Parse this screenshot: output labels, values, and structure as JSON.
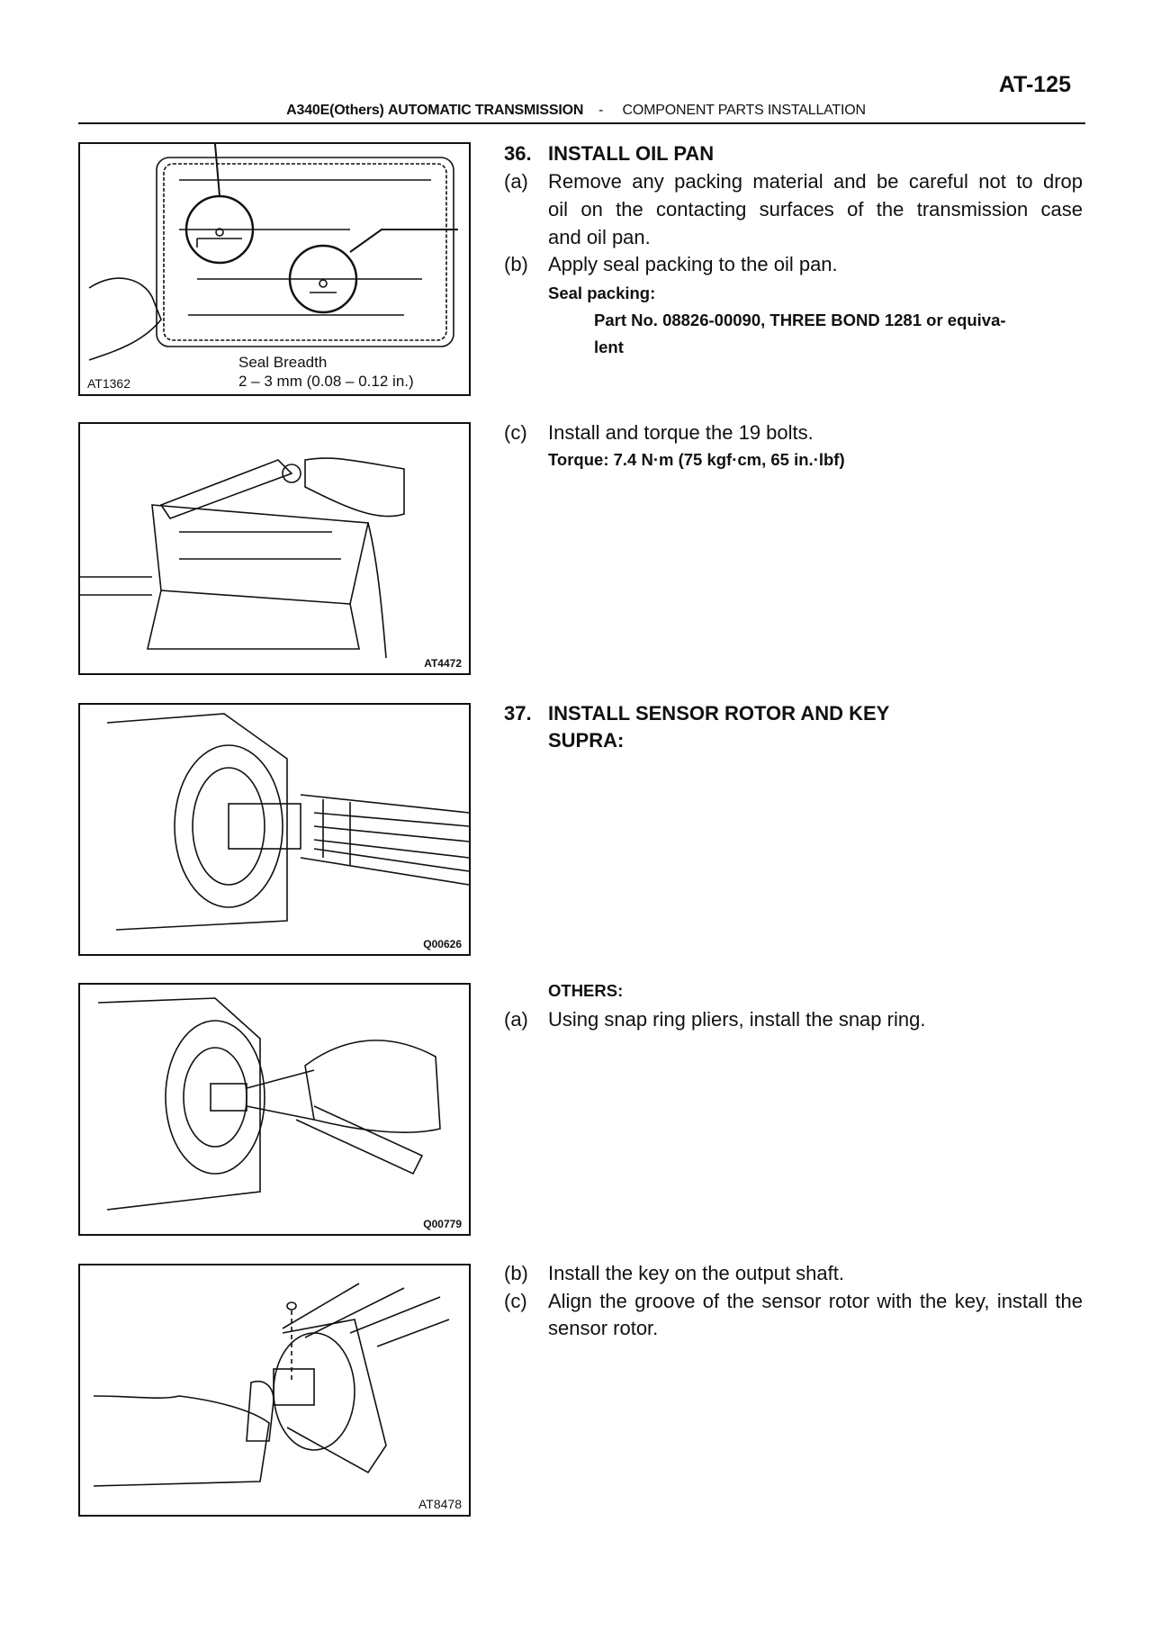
{
  "header": {
    "page_number": "AT-125",
    "model": "A340E(Others)",
    "section": "AUTOMATIC TRANSMISSION",
    "separator": "-",
    "subsection": "COMPONENT PARTS INSTALLATION"
  },
  "figures": [
    {
      "id": "AT1362",
      "caption_line1": "Seal Breadth",
      "caption_line2": "2 – 3 mm (0.08 – 0.12 in.)"
    },
    {
      "id": "AT4472"
    },
    {
      "id": "Q00626"
    },
    {
      "id": "Q00779"
    },
    {
      "id": "AT8478"
    }
  ],
  "step36": {
    "number": "36.",
    "title": "INSTALL OIL PAN",
    "a": {
      "label": "(a)",
      "lines": [
        "Remove any packing material and be careful not to drop",
        "oil on the contacting surfaces of the transmission case",
        "and oil pan."
      ]
    },
    "b": {
      "label": "(b)",
      "text": "Apply seal packing to the oil pan.",
      "spec_label": "Seal packing:",
      "spec_lines": [
        "Part No. 08826-00090, THREE BOND 1281 or equiva-",
        "lent"
      ]
    },
    "c": {
      "label": "(c)",
      "text": "Install and torque the 19 bolts.",
      "spec": "Torque: 7.4 N·m (75 kgf·cm, 65 in.·lbf)"
    }
  },
  "step37": {
    "number": "37.",
    "title": "INSTALL SENSOR ROTOR AND KEY",
    "supra_label": "SUPRA:",
    "others_label": "OTHERS:",
    "a": {
      "label": "(a)",
      "text": "Using snap ring pliers, install the snap ring."
    },
    "b": {
      "label": "(b)",
      "text": "Install the key on the output shaft."
    },
    "c": {
      "label": "(c)",
      "lines": [
        "Align the groove of the sensor rotor with the key, install the",
        "sensor rotor."
      ]
    }
  }
}
